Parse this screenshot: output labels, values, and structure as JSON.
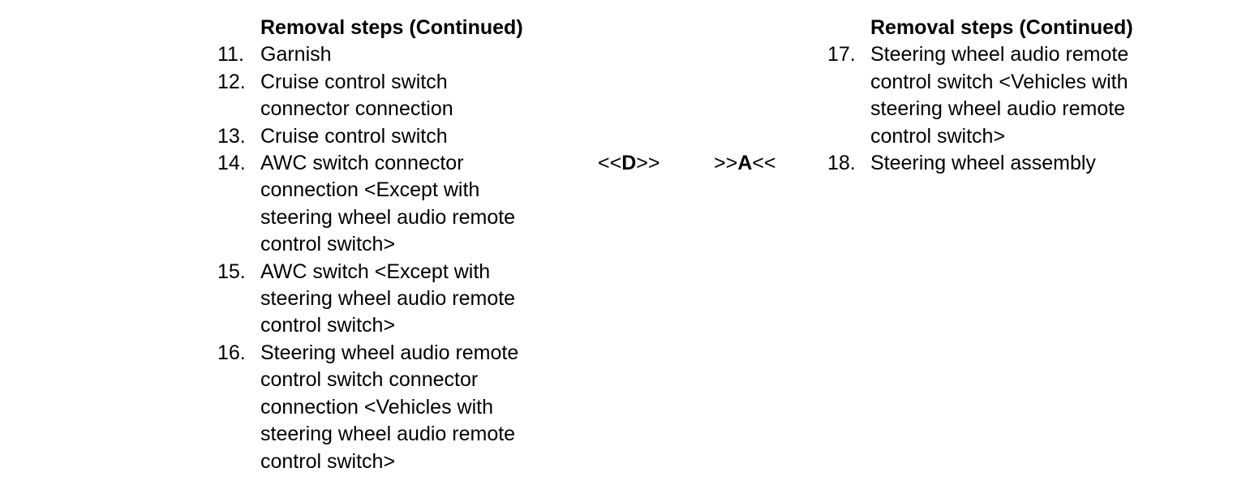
{
  "left_column": {
    "heading": "Removal steps (Continued)",
    "steps": [
      {
        "number": "11.",
        "text": "Garnish"
      },
      {
        "number": "12.",
        "text": "Cruise control switch\nconnector connection"
      },
      {
        "number": "13.",
        "text": "Cruise control switch"
      },
      {
        "number": "14.",
        "text": "AWC switch connector\nconnection <Except with\nsteering wheel audio remote\ncontrol switch>"
      },
      {
        "number": "15.",
        "text": "AWC switch <Except with\nsteering wheel audio remote\ncontrol switch>"
      },
      {
        "number": "16.",
        "text": "Steering wheel audio remote\ncontrol switch connector\nconnection <Vehicles with\nsteering wheel audio remote\ncontrol switch>"
      }
    ]
  },
  "markers": {
    "d_prefix": "<<",
    "d_letter": "D",
    "d_suffix": ">>",
    "a_prefix": ">>",
    "a_letter": "A",
    "a_suffix": "<<"
  },
  "right_column": {
    "heading": "Removal steps (Continued)",
    "steps": [
      {
        "number": "17.",
        "text": "Steering wheel audio remote\ncontrol switch <Vehicles with\nsteering wheel audio remote\ncontrol switch>"
      },
      {
        "number": "18.",
        "text": "Steering wheel assembly"
      }
    ]
  }
}
